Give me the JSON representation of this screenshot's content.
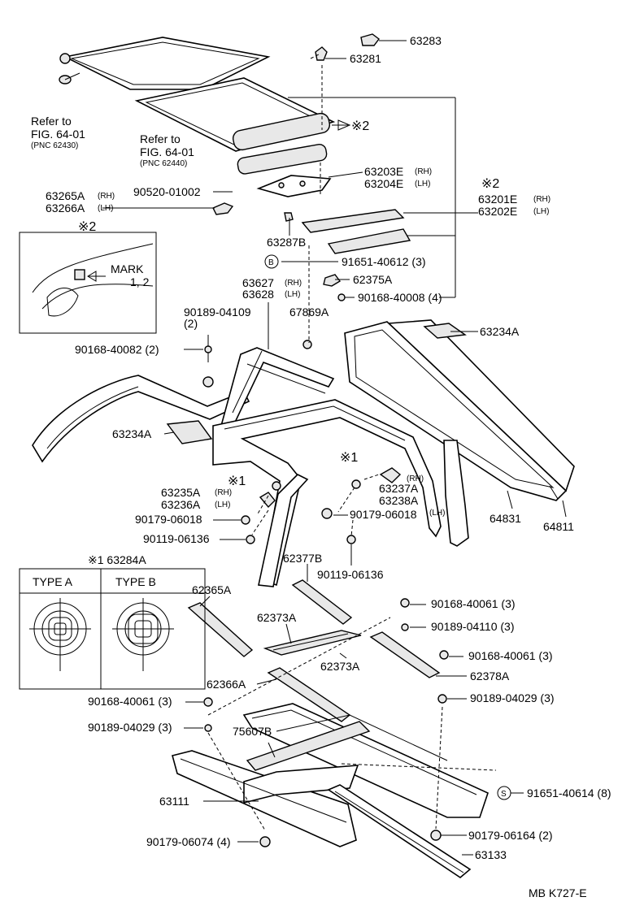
{
  "refs": [
    {
      "text": "Refer to",
      "fig": "FIG. 64-01",
      "pnc": "(PNC 62430)"
    },
    {
      "text": "Refer to",
      "fig": "FIG. 64-01",
      "pnc": "(PNC 62440)"
    }
  ],
  "inset_mark": {
    "header": "※2",
    "mark": "MARK",
    "nums": "1, 2"
  },
  "type_box": {
    "header": "※1 63284A",
    "type_a": "TYPE  A",
    "type_b": "TYPE  B"
  },
  "labels": {
    "p63283": "63283",
    "p63281": "63281",
    "note2a": "※2",
    "p63203e": "63203E",
    "rh1": "(RH)",
    "p63204e": "63204E",
    "lh1": "(LH)",
    "p63265a": "63265A",
    "rh2": "(RH)",
    "p63266a": "63266A",
    "lh2": "(LH)",
    "p90520": "90520-01002",
    "note2b": "※2",
    "p63201e": "63201E",
    "rh3": "(RH)",
    "p63202e": "63202E",
    "lh3": "(LH)",
    "p63287b": "63287B",
    "b_mark": "B",
    "p91651_40612": "91651-40612 (3)",
    "p63627": "63627",
    "rh4": "(RH)",
    "p63628": "63628",
    "lh4": "(LH)",
    "p62375a": "62375A",
    "p90168_40008": "90168-40008 (4)",
    "p90189_04109": "90189-04109",
    "q2": "(2)",
    "p67869a": "67869A",
    "p90168_40082": "90168-40082 (2)",
    "p63234a_r": "63234A",
    "p63234a_l": "63234A",
    "note1a": "※1",
    "p63235a": "63235A",
    "rh5": "(RH)",
    "p63236a": "63236A",
    "lh5": "(LH)",
    "p90179_06018a": "90179-06018",
    "p90119_06136a": "90119-06136",
    "note1b": "※1",
    "rh6": "(RH)",
    "p63237a": "63237A",
    "p63238a": "63238A",
    "lh6": "(LH)",
    "p90179_06018b": "90179-06018",
    "p90119_06136b": "90119-06136",
    "p64831": "64831",
    "p64811": "64811",
    "p62377b": "62377B",
    "p62365a": "62365A",
    "p62373a_1": "62373A",
    "p62373a_2": "62373A",
    "p90168_40061a": "90168-40061 (3)",
    "p90189_04110": "90189-04110 (3)",
    "p90168_40061b": "90168-40061 (3)",
    "p62378a": "62378A",
    "p62366a": "62366A",
    "p90189_04029a": "90189-04029 (3)",
    "p90168_40061c": "90168-40061 (3)",
    "p90189_04029b": "90189-04029 (3)",
    "p75607b": "75607B",
    "s_mark": "S",
    "p91651_40614": "91651-40614 (8)",
    "p63111": "63111",
    "p90179_06074": "90179-06074 (4)",
    "p90179_06164": "90179-06164 (2)",
    "p63133": "63133",
    "code": "MB   K727-E"
  }
}
